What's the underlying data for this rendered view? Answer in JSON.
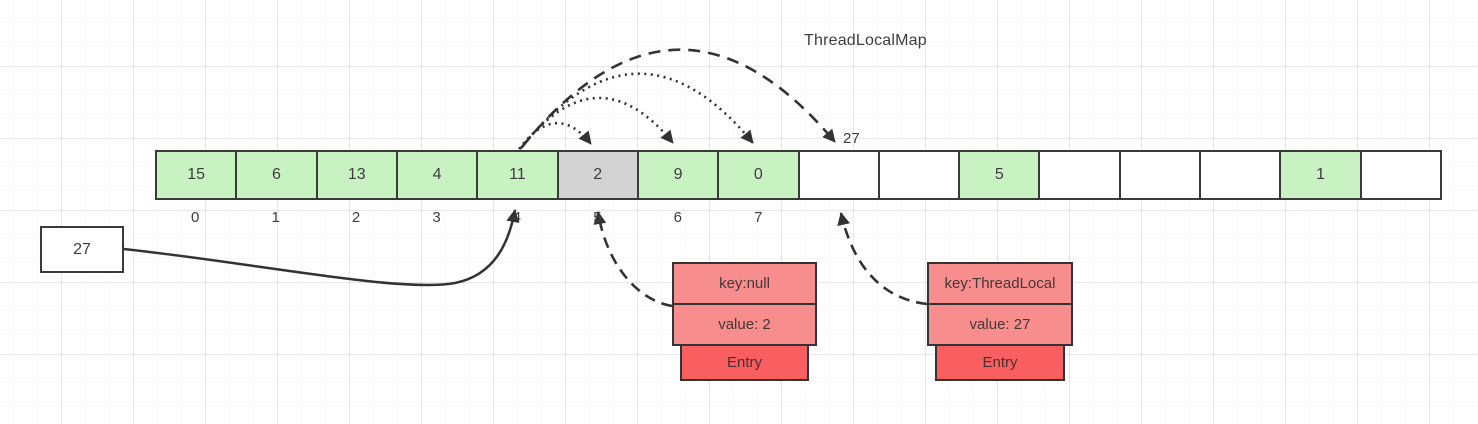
{
  "title": "ThreadLocalMap",
  "array": {
    "cells": [
      {
        "value": "15",
        "state": "green"
      },
      {
        "value": "6",
        "state": "green"
      },
      {
        "value": "13",
        "state": "green"
      },
      {
        "value": "4",
        "state": "green"
      },
      {
        "value": "11",
        "state": "green"
      },
      {
        "value": "2",
        "state": "gray"
      },
      {
        "value": "9",
        "state": "green"
      },
      {
        "value": "0",
        "state": "green"
      },
      {
        "value": "",
        "state": "empty"
      },
      {
        "value": "",
        "state": "empty"
      },
      {
        "value": "5",
        "state": "green"
      },
      {
        "value": "",
        "state": "empty"
      },
      {
        "value": "",
        "state": "empty"
      },
      {
        "value": "",
        "state": "empty"
      },
      {
        "value": "1",
        "state": "green"
      },
      {
        "value": "",
        "state": "empty"
      }
    ],
    "index_labels": [
      "0",
      "1",
      "2",
      "3",
      "4",
      "5",
      "6",
      "7"
    ],
    "probe_slot_label": "27"
  },
  "value_box": {
    "label": "27"
  },
  "entries": [
    {
      "key": "key:null",
      "value": "value: 2",
      "footer": "Entry"
    },
    {
      "key": "key:ThreadLocal",
      "value": "value: 27",
      "footer": "Entry"
    }
  ],
  "colors": {
    "cell_green": "#c9f2c2",
    "cell_gray": "#d3d3d3",
    "cell_empty": "#ffffff",
    "border": "#3a3a3a",
    "entry_light": "#f78d8d",
    "entry_accent": "#f95f60",
    "entry_border": "#333333",
    "line": "#333333",
    "text": "#3d3d3d"
  }
}
